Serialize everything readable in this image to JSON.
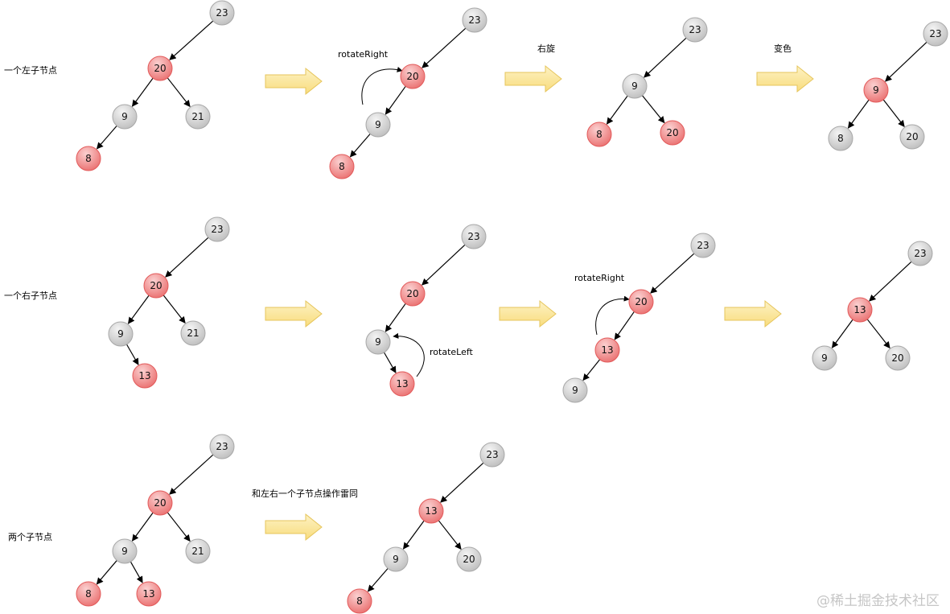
{
  "colors": {
    "red_node": "#f08080",
    "red_node_dark": "#e25a5a",
    "gray_node": "#d3d3d3",
    "gray_node_dark": "#a8a8a8",
    "arrow_fill": "#fbe8a0",
    "arrow_stroke": "#e6c55c",
    "edge": "#000000"
  },
  "rows": [
    {
      "label": "一个左子节点",
      "arrows": [
        {
          "label": ""
        },
        {
          "label": "右旋"
        },
        {
          "label": "变色"
        }
      ],
      "trees": [
        {
          "nodes": [
            {
              "id": "a",
              "value": "23",
              "color": "gray"
            },
            {
              "id": "b",
              "value": "20",
              "color": "red"
            },
            {
              "id": "c",
              "value": "9",
              "color": "gray"
            },
            {
              "id": "d",
              "value": "21",
              "color": "gray"
            },
            {
              "id": "e",
              "value": "8",
              "color": "red"
            }
          ],
          "edges": [
            [
              "a",
              "b"
            ],
            [
              "b",
              "c"
            ],
            [
              "b",
              "d"
            ],
            [
              "c",
              "e"
            ]
          ]
        },
        {
          "rotation_label": "rotateRight",
          "nodes": [
            {
              "id": "a",
              "value": "23",
              "color": "gray"
            },
            {
              "id": "b",
              "value": "20",
              "color": "red"
            },
            {
              "id": "c",
              "value": "9",
              "color": "gray"
            },
            {
              "id": "e",
              "value": "8",
              "color": "red"
            }
          ],
          "edges": [
            [
              "a",
              "b"
            ],
            [
              "b",
              "c"
            ],
            [
              "c",
              "e"
            ]
          ]
        },
        {
          "nodes": [
            {
              "id": "a",
              "value": "23",
              "color": "gray"
            },
            {
              "id": "b",
              "value": "9",
              "color": "gray"
            },
            {
              "id": "c",
              "value": "8",
              "color": "red"
            },
            {
              "id": "d",
              "value": "20",
              "color": "red"
            }
          ],
          "edges": [
            [
              "a",
              "b"
            ],
            [
              "b",
              "c"
            ],
            [
              "b",
              "d"
            ]
          ]
        },
        {
          "nodes": [
            {
              "id": "a",
              "value": "23",
              "color": "gray"
            },
            {
              "id": "b",
              "value": "9",
              "color": "red"
            },
            {
              "id": "c",
              "value": "8",
              "color": "gray"
            },
            {
              "id": "d",
              "value": "20",
              "color": "gray"
            }
          ],
          "edges": [
            [
              "a",
              "b"
            ],
            [
              "b",
              "c"
            ],
            [
              "b",
              "d"
            ]
          ]
        }
      ]
    },
    {
      "label": "一个右子节点",
      "arrows": [
        {
          "label": ""
        },
        {
          "label": ""
        },
        {
          "label": ""
        }
      ],
      "trees": [
        {
          "nodes": [
            {
              "id": "a",
              "value": "23",
              "color": "gray"
            },
            {
              "id": "b",
              "value": "20",
              "color": "red"
            },
            {
              "id": "c",
              "value": "9",
              "color": "gray"
            },
            {
              "id": "d",
              "value": "21",
              "color": "gray"
            },
            {
              "id": "e",
              "value": "13",
              "color": "red"
            }
          ],
          "edges": [
            [
              "a",
              "b"
            ],
            [
              "b",
              "c"
            ],
            [
              "b",
              "d"
            ],
            [
              "c",
              "e"
            ]
          ]
        },
        {
          "rotation_label": "rotateLeft",
          "nodes": [
            {
              "id": "a",
              "value": "23",
              "color": "gray"
            },
            {
              "id": "b",
              "value": "20",
              "color": "red"
            },
            {
              "id": "c",
              "value": "9",
              "color": "gray"
            },
            {
              "id": "e",
              "value": "13",
              "color": "red"
            }
          ],
          "edges": [
            [
              "a",
              "b"
            ],
            [
              "b",
              "c"
            ],
            [
              "c",
              "e"
            ]
          ]
        },
        {
          "rotation_label": "rotateRight",
          "nodes": [
            {
              "id": "a",
              "value": "23",
              "color": "gray"
            },
            {
              "id": "b",
              "value": "20",
              "color": "red"
            },
            {
              "id": "c",
              "value": "13",
              "color": "red"
            },
            {
              "id": "e",
              "value": "9",
              "color": "gray"
            }
          ],
          "edges": [
            [
              "a",
              "b"
            ],
            [
              "b",
              "c"
            ],
            [
              "c",
              "e"
            ]
          ]
        },
        {
          "nodes": [
            {
              "id": "a",
              "value": "23",
              "color": "gray"
            },
            {
              "id": "b",
              "value": "13",
              "color": "red"
            },
            {
              "id": "c",
              "value": "9",
              "color": "gray"
            },
            {
              "id": "d",
              "value": "20",
              "color": "gray"
            }
          ],
          "edges": [
            [
              "a",
              "b"
            ],
            [
              "b",
              "c"
            ],
            [
              "b",
              "d"
            ]
          ]
        }
      ]
    },
    {
      "label": "两个子节点",
      "arrows": [
        {
          "label": "和左右一个子节点操作雷同"
        }
      ],
      "trees": [
        {
          "nodes": [
            {
              "id": "a",
              "value": "23",
              "color": "gray"
            },
            {
              "id": "b",
              "value": "20",
              "color": "red"
            },
            {
              "id": "c",
              "value": "9",
              "color": "gray"
            },
            {
              "id": "d",
              "value": "21",
              "color": "gray"
            },
            {
              "id": "e",
              "value": "8",
              "color": "red"
            },
            {
              "id": "f",
              "value": "13",
              "color": "red"
            }
          ],
          "edges": [
            [
              "a",
              "b"
            ],
            [
              "b",
              "c"
            ],
            [
              "b",
              "d"
            ],
            [
              "c",
              "e"
            ],
            [
              "c",
              "f"
            ]
          ]
        },
        {
          "nodes": [
            {
              "id": "a",
              "value": "23",
              "color": "gray"
            },
            {
              "id": "b",
              "value": "13",
              "color": "red"
            },
            {
              "id": "c",
              "value": "9",
              "color": "gray"
            },
            {
              "id": "d",
              "value": "20",
              "color": "gray"
            },
            {
              "id": "e",
              "value": "8",
              "color": "red"
            }
          ],
          "edges": [
            [
              "a",
              "b"
            ],
            [
              "b",
              "c"
            ],
            [
              "b",
              "d"
            ],
            [
              "c",
              "e"
            ]
          ]
        }
      ]
    }
  ],
  "watermark": "@稀土掘金技术社区"
}
